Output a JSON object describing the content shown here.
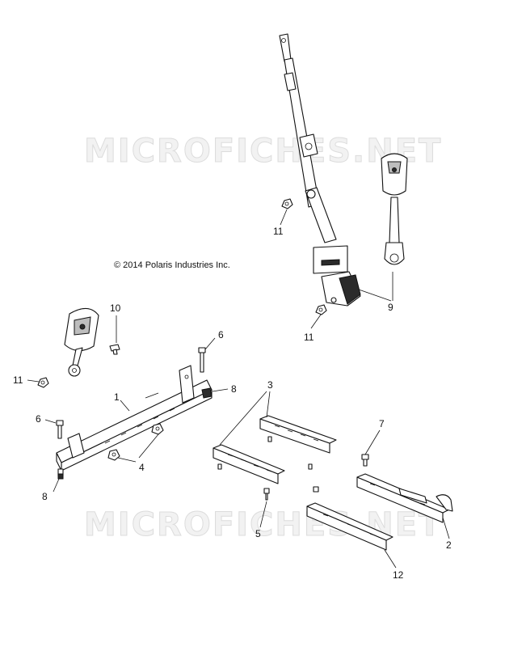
{
  "watermark": "MICROFICHES.NET",
  "copyright": "© 2014 Polaris Industries Inc.",
  "callouts": {
    "c1": "1",
    "c2": "2",
    "c3": "3",
    "c4": "4",
    "c5": "5",
    "c6a": "6",
    "c6b": "6",
    "c7": "7",
    "c8a": "8",
    "c8b": "8",
    "c9": "9",
    "c10": "10",
    "c11a": "11",
    "c11b": "11",
    "c11c": "11",
    "c12": "12"
  }
}
